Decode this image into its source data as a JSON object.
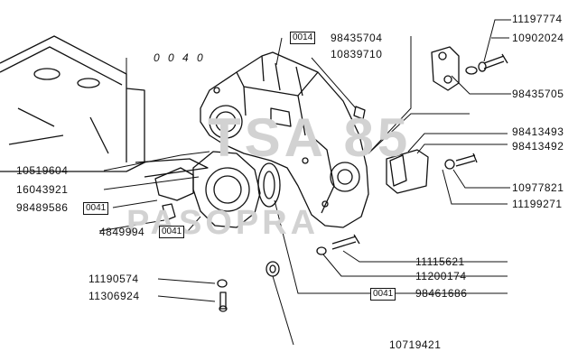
{
  "diagram": {
    "group_code": "0 0 4 0",
    "watermark": {
      "line1": "TSA 85",
      "line2": "PASOPRA"
    },
    "boxed_codes": [
      "0014",
      "0041",
      "0041",
      "0041"
    ],
    "parts": [
      "11197774",
      "10902024",
      "98435704",
      "10839710",
      "98435705",
      "98413493",
      "98413492",
      "10519604",
      "16043921",
      "98489586",
      "4849994",
      "10977821",
      "11199271",
      "11115621",
      "11200174",
      "11190574",
      "11306924",
      "98461686",
      "10719421"
    ]
  }
}
